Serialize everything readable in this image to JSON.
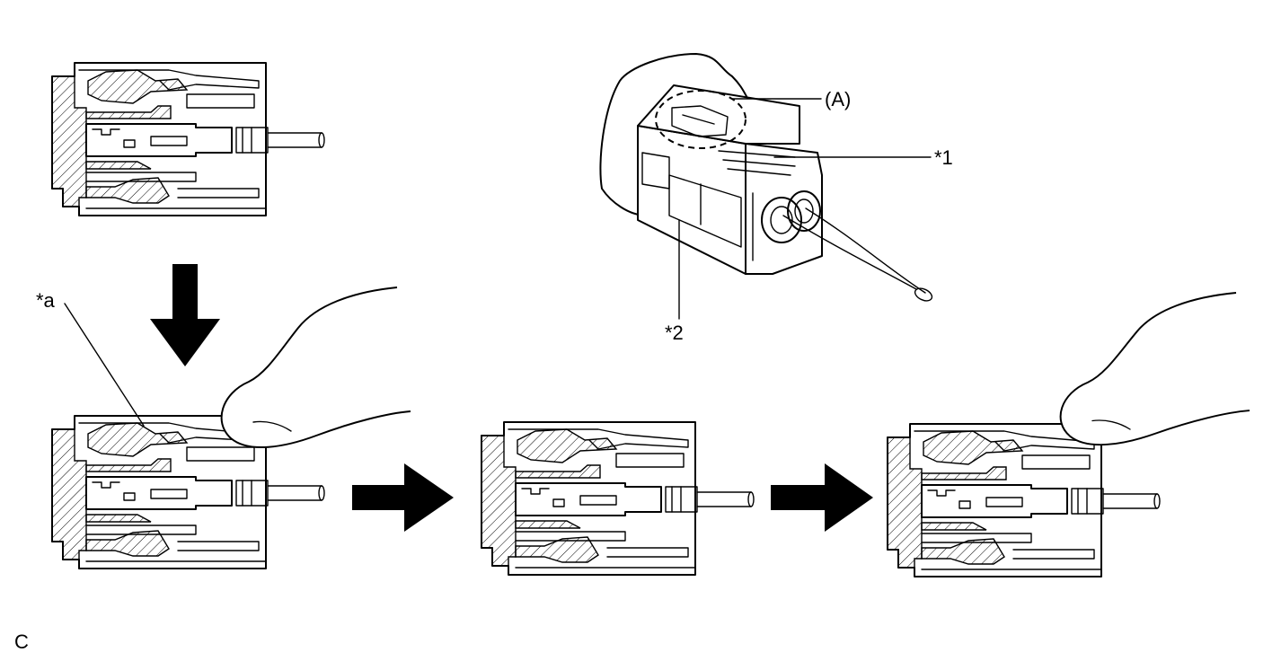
{
  "labels": {
    "a": "*a",
    "one": "*1",
    "two": "*2",
    "A": "(A)",
    "corner": "C"
  },
  "icons": {
    "arrow_down": "arrow-down-icon",
    "arrow_right": "arrow-right-icon"
  },
  "colors": {
    "ink": "#000000",
    "paper": "#ffffff"
  }
}
